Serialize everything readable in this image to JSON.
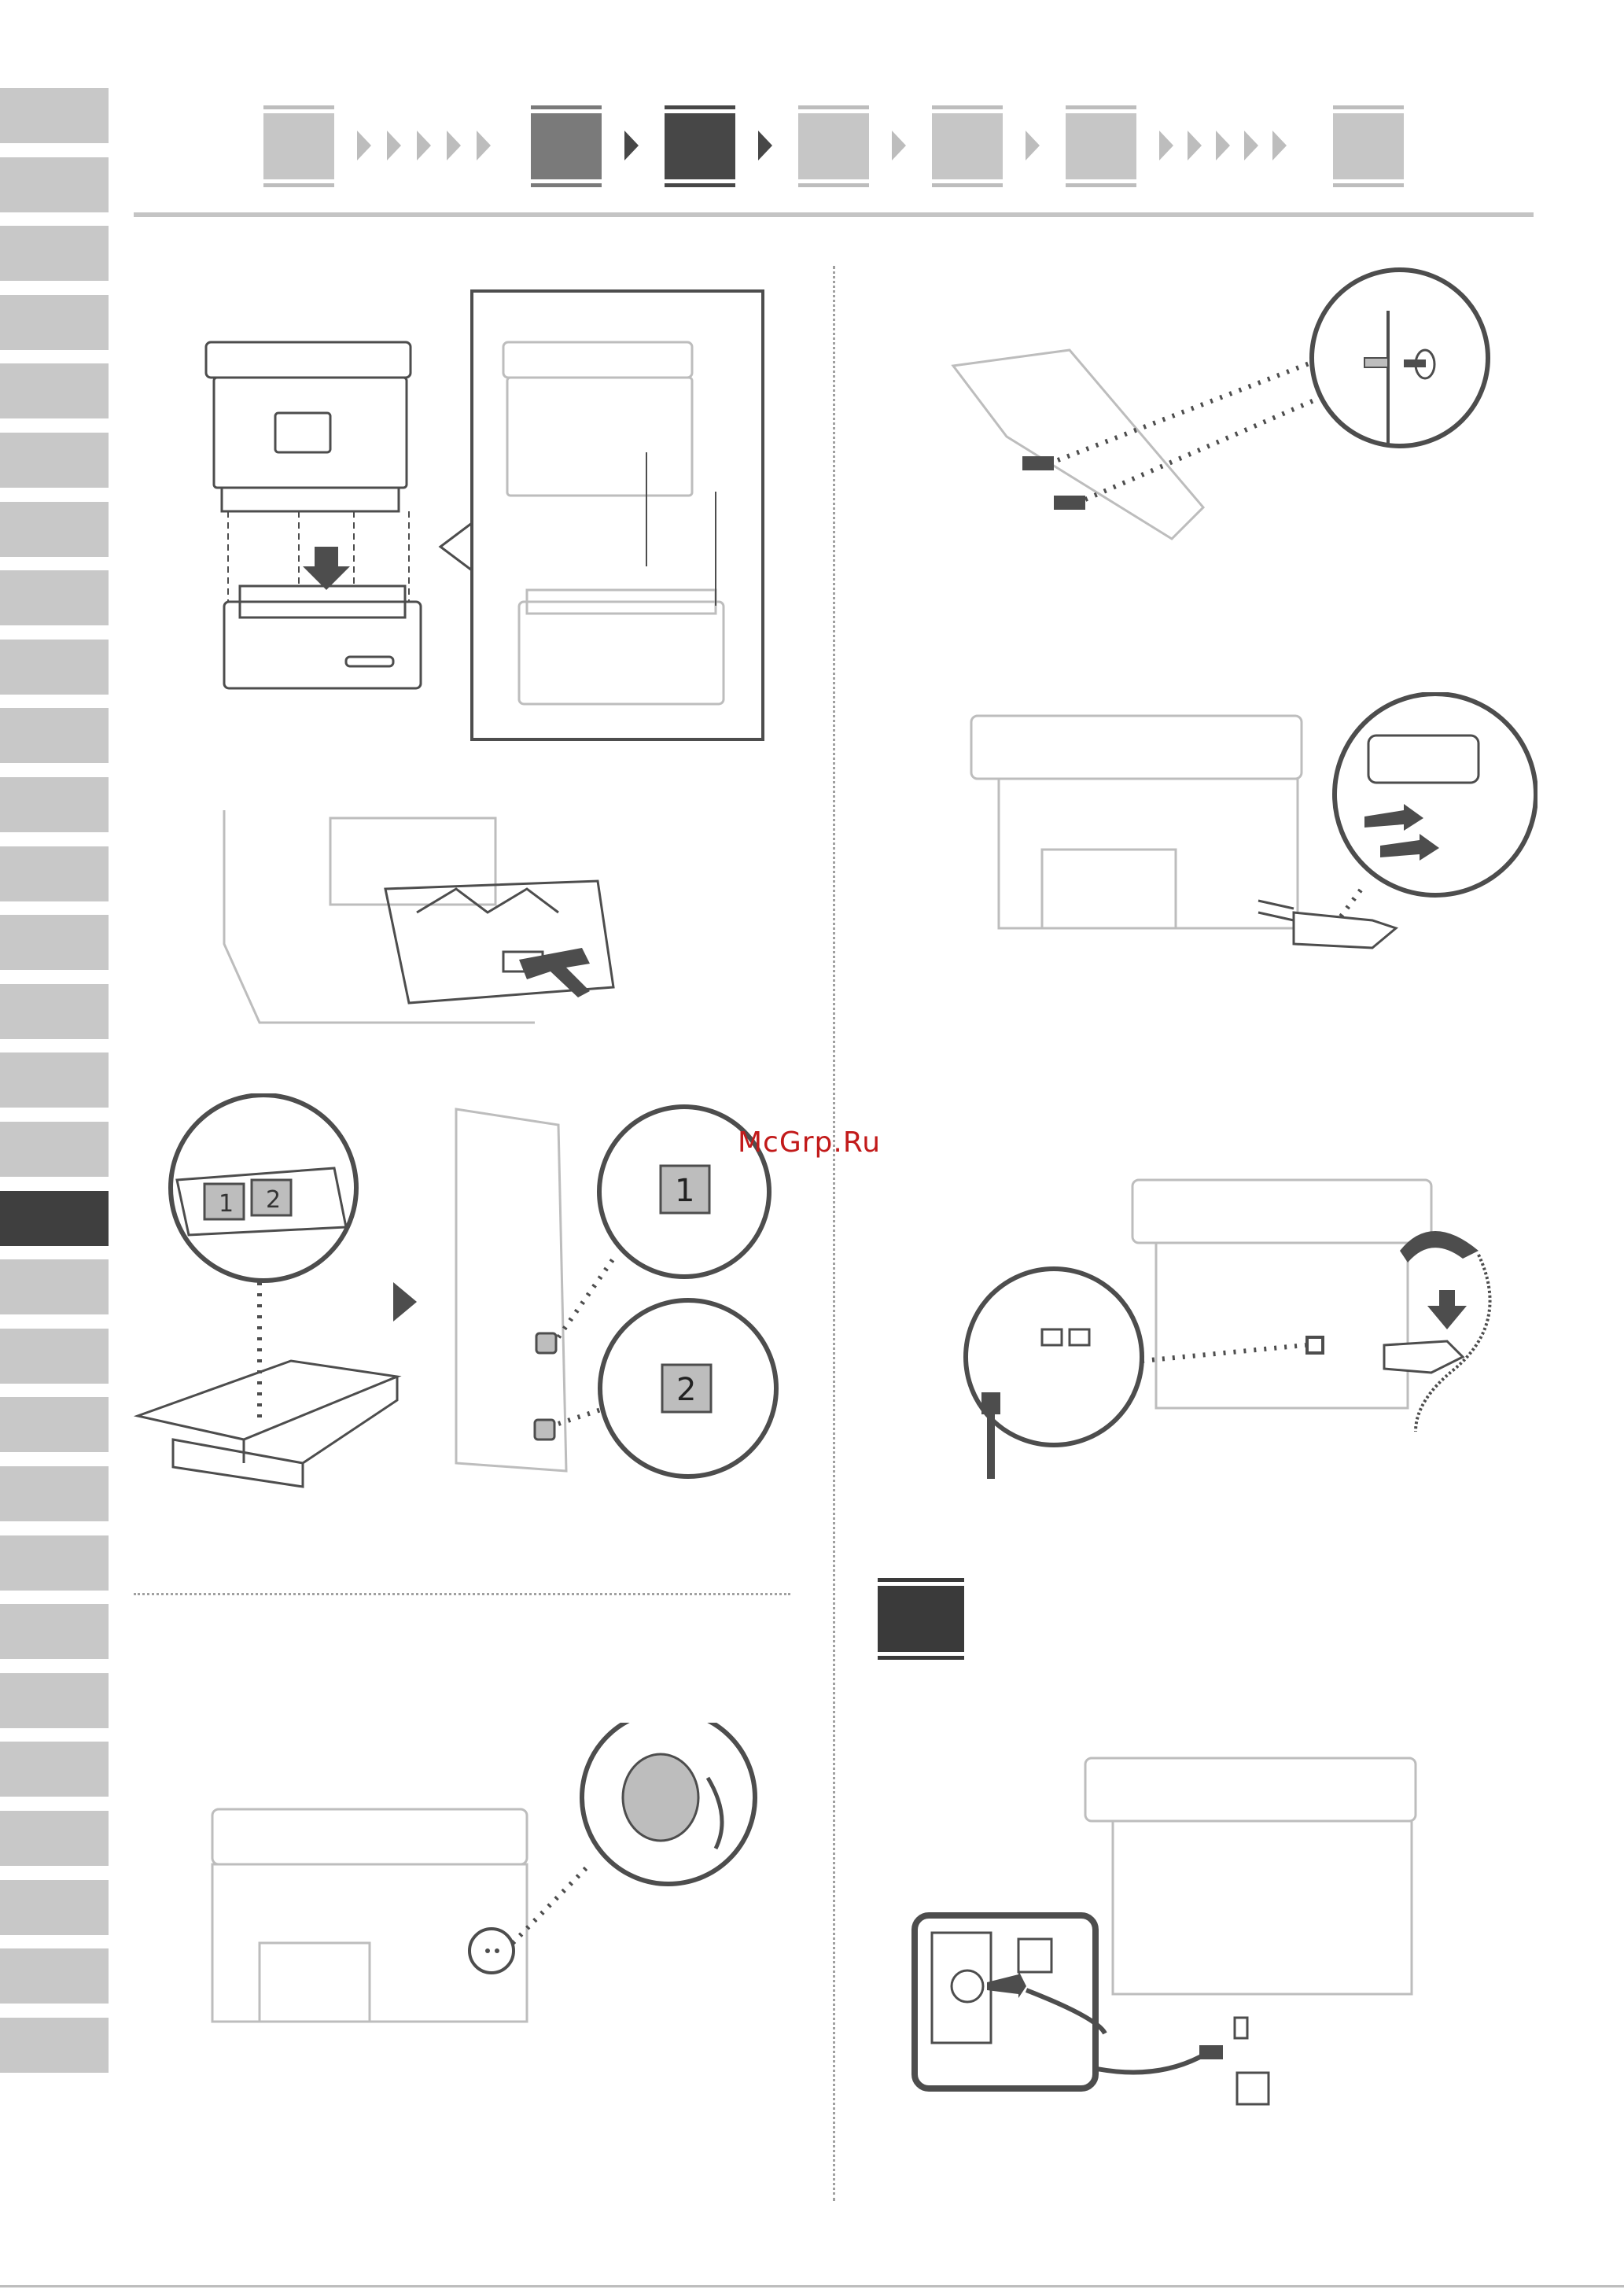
{
  "side_tabs": {
    "count": 29,
    "active_index": 16
  },
  "progress_steps": [
    {
      "state": "done"
    },
    {
      "state": "prev"
    },
    {
      "state": "current"
    },
    {
      "state": "todo"
    },
    {
      "state": "todo"
    },
    {
      "state": "todo"
    },
    {
      "state": "todo"
    }
  ],
  "watermark": "McGrp.Ru",
  "paper_size_labels": [
    "1",
    "2"
  ],
  "tray_labels": [
    "1",
    "2"
  ],
  "colors": {
    "line": "#4d4d4d",
    "light": "#bdbdbd",
    "dark": "#3a3a3a"
  }
}
